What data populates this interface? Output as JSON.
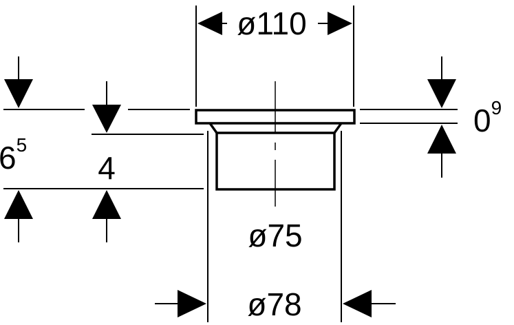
{
  "dimensions": {
    "top_diameter": "ø110",
    "inner_diameter": "ø75",
    "bottom_diameter": "ø78",
    "left_height_base": "6",
    "left_height_sup": "5",
    "inner_height": "4",
    "flange_thickness_base": "0",
    "flange_thickness_sup": "9"
  }
}
